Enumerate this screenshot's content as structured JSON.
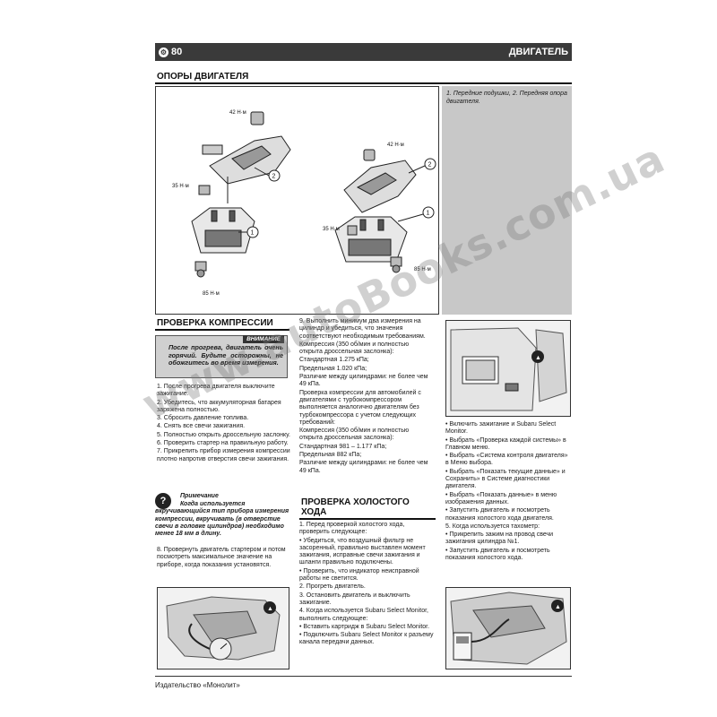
{
  "header": {
    "page_number": "80",
    "chapter_icon": "gear-icon",
    "chapter": "ДВИГАТЕЛЬ"
  },
  "section_mounts": {
    "title": "ОПОРЫ ДВИГАТЕЛЯ"
  },
  "figure_top": {
    "labels": [
      "42 Н·м",
      "35 Н·м",
      "85 Н·м",
      "42 Н·м",
      "35 Н·м",
      "85 Н·м"
    ],
    "callouts": [
      "1",
      "2",
      "1",
      "2"
    ],
    "caption": "1. Передние подушки, 2. Передняя опора двигателя."
  },
  "section_compression": {
    "title": "ПРОВЕРКА КОМПРЕССИИ"
  },
  "warning": {
    "tag": "ВНИМАНИЕ",
    "text": "После прогрева, двигатель очень горячий. Будьте осторожны, не обожгитесь во время измерения."
  },
  "compression_steps": [
    "1. После прогрева двигателя выключите зажигание.",
    "2. Убедитесь, что аккумуляторная батарея заряжена полностью.",
    "3. Сбросить давление топлива.",
    "4. Снять все свечи зажигания.",
    "5. Полностью открыть дроссельную заслонку.",
    "6. Проверить стартер на правильную работу.",
    "7. Прикрепить прибор измерения компрессии плотно напротив отверстия свечи зажигания."
  ],
  "note": {
    "title": "Примечание",
    "text": "Когда используется вкручивающийся тип прибора измерения компрессии, вкручивать (в отверстие свечи в головке цилиндров) необходимо менее 18 мм в длину."
  },
  "step8": "8. Провернуть двигатель стартером и потом посмотреть максимальное значение на приборе, когда показания установятся.",
  "middle_col_top": [
    "9. Выполнить минимум два измерения на цилиндр и убедиться, что значения соответствуют необходимым требованиям.",
    "Компрессия (350 об/мин и полностью открыта дроссельная заслонка):",
    "Стандартная 1.275 кПа;",
    "Предельная 1.020 кПа;",
    "Различие между цилиндрами: не более чем 49 кПа.",
    "Проверка компрессии для автомобилей с двигателями с турбокомпрессором выполняется аналогично двигателям без турбокомпрессора с учетом следующих требований:",
    "Компрессия (350 об/мин и полностью открыта дроссельная заслонка):",
    "Стандартная 981 – 1.177 кПа;",
    "Предельная 882 кПа;",
    "Различие между цилиндрами: не более чем 49 кПа."
  ],
  "section_idle": {
    "title": "ПРОВЕРКА ХОЛОСТОГО ХОДА"
  },
  "idle_steps": [
    "1. Перед проверкой холостого хода, проверить следующее:",
    "• Убедиться, что воздушный фильтр не засоренный, правильно выставлен момент зажигания, исправные свечи зажигания и шланги правильно подключены.",
    "• Проверить, что индикатор неисправной работы не светится.",
    "2. Прогреть двигатель.",
    "3. Остановить двигатель и выключить зажигание.",
    "4. Когда используется Subaru Select Monitor, выполнить следующее:",
    "• Вставить картридж в Subaru Select Monitor.",
    "• Подключить Subaru Select Monitor к разъему канала передачи данных."
  ],
  "right_col": [
    "• Включить зажигание и Subaru Select Monitor.",
    "• Выбрать «Проверка каждой системы» в Главном меню.",
    "• Выбрать «Система контроля двигателя» в Меню выбора.",
    "• Выбрать «Показать текущие данные» и Сохранить» в Системе диагностики двигателя.",
    "• Выбрать «Показать данные» в меню изображения данных.",
    "• Запустить двигатель и посмотреть показания холостого хода двигателя.",
    "5. Когда используется тахометр:",
    "• Прикрепить зажим на провод свечи зажигания цилиндра №1.",
    "• Запустить двигатель и посмотреть показания холостого хода."
  ],
  "footer": "Издательство «Монолит»",
  "watermark": "www.autoBooks.com.ua"
}
